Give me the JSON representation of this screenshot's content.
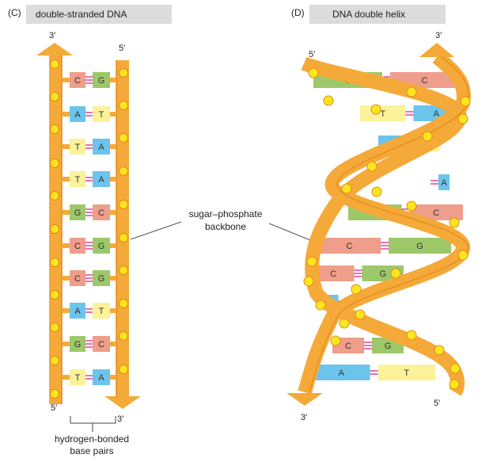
{
  "panel_c": {
    "letter": "(C)",
    "title": "double-stranded DNA",
    "end_top_left": "3′",
    "end_top_right": "5′",
    "end_bottom_left": "5′",
    "end_bottom_right": "3′",
    "pairs": [
      {
        "left": "C",
        "right": "G"
      },
      {
        "left": "A",
        "right": "T"
      },
      {
        "left": "T",
        "right": "A"
      },
      {
        "left": "T",
        "right": "A"
      },
      {
        "left": "G",
        "right": "C"
      },
      {
        "left": "C",
        "right": "G"
      },
      {
        "left": "C",
        "right": "G"
      },
      {
        "left": "A",
        "right": "T"
      },
      {
        "left": "G",
        "right": "C"
      },
      {
        "left": "T",
        "right": "A"
      }
    ],
    "hbond_label_line1": "hydrogen-bonded",
    "hbond_label_line2": "base pairs"
  },
  "backbone_label_line1": "sugar–phosphate",
  "backbone_label_line2": "backbone",
  "panel_d": {
    "letter": "(D)",
    "title": "DNA double helix",
    "end_top_left": "5′",
    "end_top_right": "3′",
    "end_bottom_left": "3′",
    "end_bottom_right": "5′",
    "pairs": [
      {
        "left": "G",
        "right": "C"
      },
      {
        "left": "T",
        "right": "A"
      },
      {
        "left": "A",
        "right": "T"
      },
      {
        "left": "",
        "right": "A"
      },
      {
        "left": "G",
        "right": "C"
      },
      {
        "left": "C",
        "right": "G"
      },
      {
        "left": "C",
        "right": "G"
      },
      {
        "left": "A",
        "right": ""
      },
      {
        "left": "C",
        "right": "G"
      },
      {
        "left": "A",
        "right": "T"
      }
    ]
  },
  "colors": {
    "backbone": "#F5A938",
    "backbone_dark": "#E08A1E",
    "phosphate": "#FCE51E",
    "A": "#6CC4EC",
    "T": "#FBF29A",
    "G": "#9DC86A",
    "C": "#EE9E8A",
    "hbond": "#D8177E",
    "header_bg": "#DCDCDC"
  }
}
